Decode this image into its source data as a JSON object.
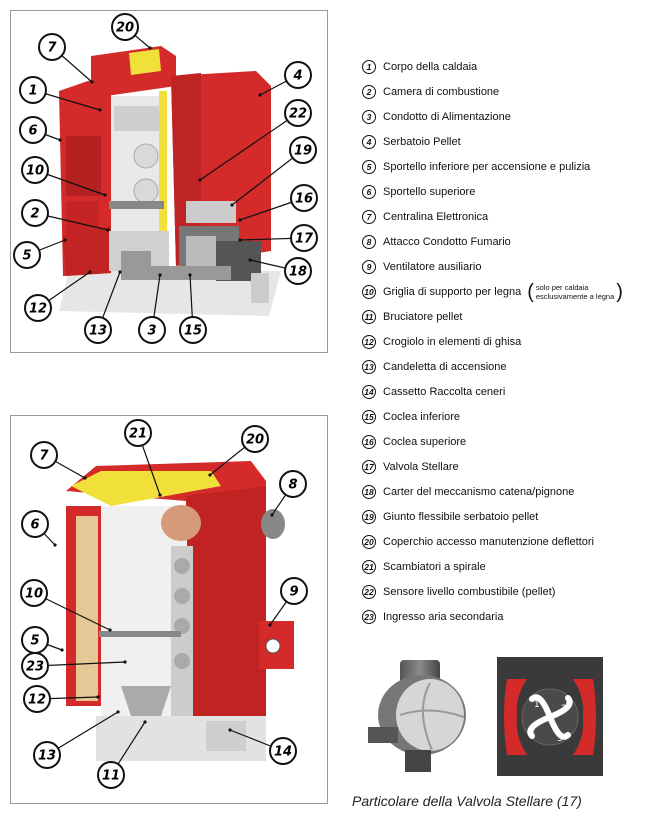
{
  "legend": [
    {
      "num": "1",
      "label": "Corpo della caldaia"
    },
    {
      "num": "2",
      "label": "Camera di combustione"
    },
    {
      "num": "3",
      "label": "Condotto di Alimentazione"
    },
    {
      "num": "4",
      "label": "Serbatoio Pellet"
    },
    {
      "num": "5",
      "label": "Sportello inferiore per accensione e pulizia"
    },
    {
      "num": "6",
      "label": "Sportello superiore"
    },
    {
      "num": "7",
      "label": "Centralina Elettronica"
    },
    {
      "num": "8",
      "label": "Attacco Condotto Fumario"
    },
    {
      "num": "9",
      "label": "Ventilatore ausiliario"
    },
    {
      "num": "10",
      "label": "Griglia di supporto per legna",
      "note": [
        "solo per caldaia",
        "esclusivamente a legna"
      ]
    },
    {
      "num": "11",
      "label": "Bruciatore pellet"
    },
    {
      "num": "12",
      "label": "Crogiolo in elementi di ghisa"
    },
    {
      "num": "13",
      "label": "Candeletta di accensione"
    },
    {
      "num": "14",
      "label": "Cassetto Raccolta ceneri"
    },
    {
      "num": "15",
      "label": "Coclea inferiore"
    },
    {
      "num": "16",
      "label": "Coclea superiore"
    },
    {
      "num": "17",
      "label": "Valvola Stellare"
    },
    {
      "num": "18",
      "label": "Carter del meccanismo catena/pignone"
    },
    {
      "num": "19",
      "label": "Giunto flessibile serbatoio pellet"
    },
    {
      "num": "20",
      "label": "Coperchio accesso manutenzione deflettori"
    },
    {
      "num": "21",
      "label": "Scambiatori a spirale"
    },
    {
      "num": "22",
      "label": "Sensore livello combustibile (pellet)"
    },
    {
      "num": "23",
      "label": "Ingresso aria secondaria"
    }
  ],
  "top_callouts": [
    "20",
    "7",
    "1",
    "4",
    "22",
    "6",
    "19",
    "10",
    "16",
    "2",
    "17",
    "5",
    "18",
    "12",
    "13",
    "3",
    "15"
  ],
  "bottom_callouts": [
    "21",
    "20",
    "7",
    "8",
    "6",
    "10",
    "9",
    "5",
    "23",
    "12",
    "13",
    "11",
    "14"
  ],
  "valve_sectors": [
    "1",
    "2",
    "3",
    "4"
  ],
  "caption": "Particolare della Valvola Stellare (17)",
  "colors": {
    "red": "#d42a2a",
    "dark_red": "#a81e1e",
    "yellow": "#f2e03a",
    "grey": "#c9c9c9",
    "dark_grey": "#555555",
    "valve_bg": "#3a3a3a"
  }
}
